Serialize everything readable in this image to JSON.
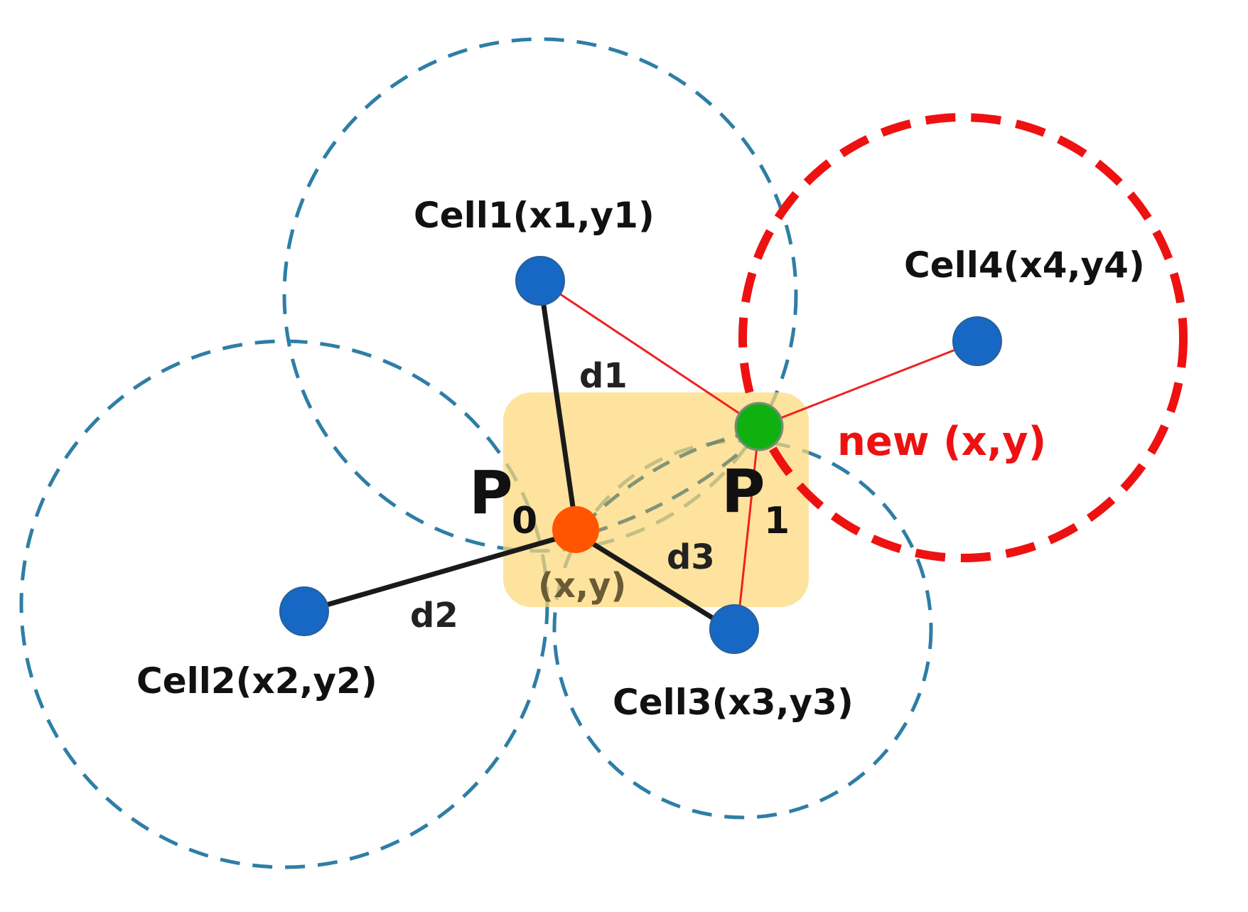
{
  "labels": {
    "cell1": "Cell1(x1,y1)",
    "cell2": "Cell2(x2,y2)",
    "cell3": "Cell3(x3,y3)",
    "cell4": "Cell4(x4,y4)",
    "d1": "d1",
    "d2": "d2",
    "d3": "d3",
    "p0_main": "P",
    "p0_sub": "0",
    "p1_main": "P",
    "p1_sub": "1",
    "p0_coords": "(x,y)",
    "new_position": "new (x,y)"
  },
  "colors": {
    "coverage_circle": "#2e7ea6",
    "new_coverage_circle": "#ee1111",
    "cell_node": "#1668c4",
    "p0_node": "#ff5500",
    "p1_node": "#11b011",
    "estimation_region": "#fdd878",
    "connector_old": "#1a1a1a",
    "connector_new": "#ee2222",
    "new_label_text": "#ee1111"
  }
}
